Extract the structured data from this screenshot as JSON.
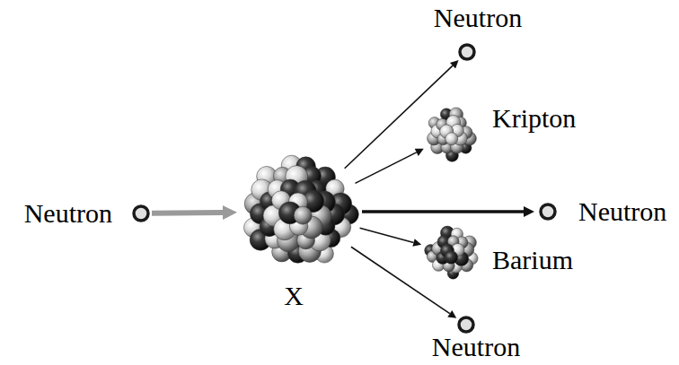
{
  "diagram": {
    "nodes": [
      {
        "text": [
          "Neutron"
        ]
      },
      {
        "text": [
          "X"
        ]
      },
      {
        "text": [
          "Neutron"
        ]
      },
      {
        "text": [
          "Kripton"
        ]
      },
      {
        "text": [
          "Neutron"
        ]
      },
      {
        "text": [
          "Barium"
        ]
      },
      {
        "text": [
          "Neutron"
        ]
      }
    ],
    "edges": [
      {
        "from": 0,
        "to": 1,
        "arrow": "to"
      },
      {
        "from": 1,
        "to": 2,
        "arrow": "to"
      },
      {
        "from": 1,
        "to": 3,
        "arrow": "to"
      },
      {
        "from": 1,
        "to": 4,
        "arrow": "to"
      },
      {
        "from": 1,
        "to": 5,
        "arrow": "to"
      },
      {
        "from": 1,
        "to": 6,
        "arrow": "to"
      }
    ]
  }
}
